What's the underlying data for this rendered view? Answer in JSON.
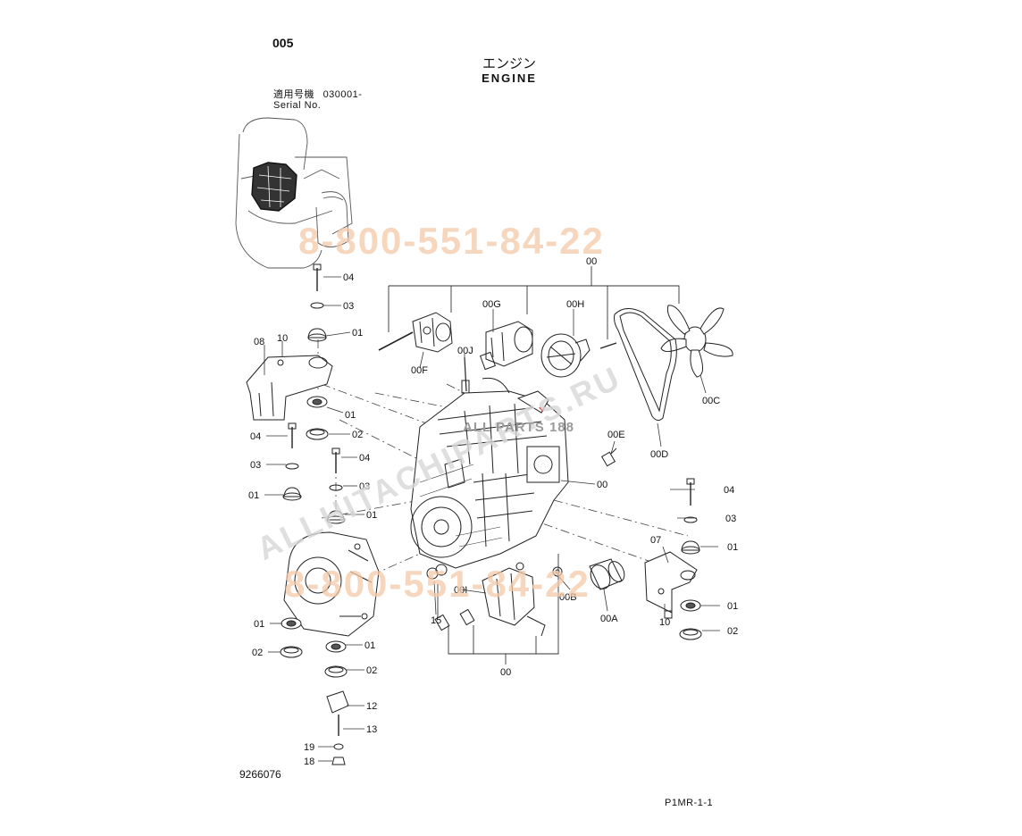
{
  "header": {
    "page_code": "005",
    "title_jp": "エンジン",
    "title_en": "ENGINE",
    "serial_label_jp": "適用号機",
    "serial_value": "030001-",
    "serial_label_en": "Serial No."
  },
  "footer": {
    "doc_number": "9266076",
    "page_ref": "P1MR-1-1"
  },
  "watermarks": {
    "phone": "8-800-551-84-22",
    "site": "ALLHITACHIPARTS.RU",
    "logo_text": "ALL PARTS 188"
  },
  "callouts": {
    "l00_top": "00",
    "l00G": "00G",
    "l00H": "00H",
    "l00J": "00J",
    "l00F": "00F",
    "l00C": "00C",
    "l00D": "00D",
    "l00E": "00E",
    "l00_mid": "00",
    "l00I": "00I",
    "l00B": "00B",
    "l00A": "00A",
    "l00_bot": "00",
    "l15": "15",
    "l04_a": "04",
    "l03_a": "03",
    "l01_a": "01",
    "l08": "08",
    "l10_a": "10",
    "l01_b": "01",
    "l02_b": "02",
    "l04_b": "04",
    "l03_b": "03",
    "l01_c": "01",
    "l04_c": "04",
    "l03_c": "03",
    "l01_d": "01",
    "l01_e": "01",
    "l02_e": "02",
    "l01_f": "01",
    "l02_f": "02",
    "l12": "12",
    "l13": "13",
    "l19": "19",
    "l18": "18",
    "l04_r": "04",
    "l03_r": "03",
    "l07": "07",
    "l01_r": "01",
    "l01_r2": "01",
    "l02_r": "02",
    "l10_r": "10"
  }
}
